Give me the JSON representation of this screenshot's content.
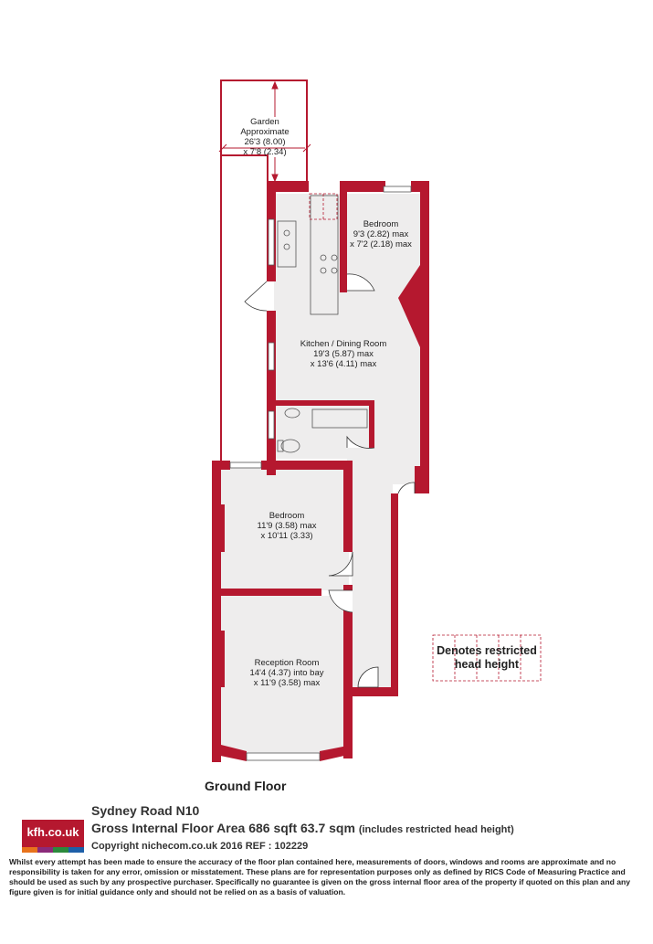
{
  "rooms": {
    "garden": {
      "name": "Garden",
      "line1": "Approximate",
      "line2": "26'3 (8.00)",
      "line3": "x 7'8 (2.34)"
    },
    "bedroom_rear": {
      "name": "Bedroom",
      "line1": "9'3 (2.82) max",
      "line2": "x 7'2 (2.18) max"
    },
    "kitchen": {
      "name": "Kitchen / Dining Room",
      "line1": "19'3 (5.87) max",
      "line2": "x 13'6 (4.11) max"
    },
    "bedroom_front": {
      "name": "Bedroom",
      "line1": "11'9 (3.58) max",
      "line2": "x 10'11 (3.33)"
    },
    "reception": {
      "name": "Reception Room",
      "line1": "14'4 (4.37) into bay",
      "line2": "x 11'9 (3.58) max"
    }
  },
  "legend": {
    "line1": "Denotes restricted",
    "line2": "head height"
  },
  "floor_label": "Ground Floor",
  "property": {
    "address": "Sydney Road  N10",
    "area": "Gross Internal Floor Area 686 sqft 63.7 sqm",
    "area_note": "(includes restricted head height)",
    "copyright": "Copyright nichecom.co.uk 2016 REF : 102229"
  },
  "logo": {
    "text": "kfh.co.uk",
    "stripe_colors": [
      "#e8731c",
      "#8b2a7a",
      "#2c8a3c",
      "#1d5fa8"
    ]
  },
  "disclaimer": "Whilst every attempt has been made to ensure the accuracy of the floor plan contained here, measurements of doors, windows and rooms are approximate and no responsibility is taken for any error, omission or misstatement.  These plans are for representation purposes only as defined by RICS Code of Measuring Practice and should be used as such by any prospective purchaser.  Specifically no guarantee is given on the gross internal floor area of the property if quoted on this plan and any figure given is for initial guidance only and should not be relied on as a basis of valuation.",
  "colors": {
    "wall": "#b5182f",
    "floor": "#eeeded",
    "line": "#333333"
  }
}
